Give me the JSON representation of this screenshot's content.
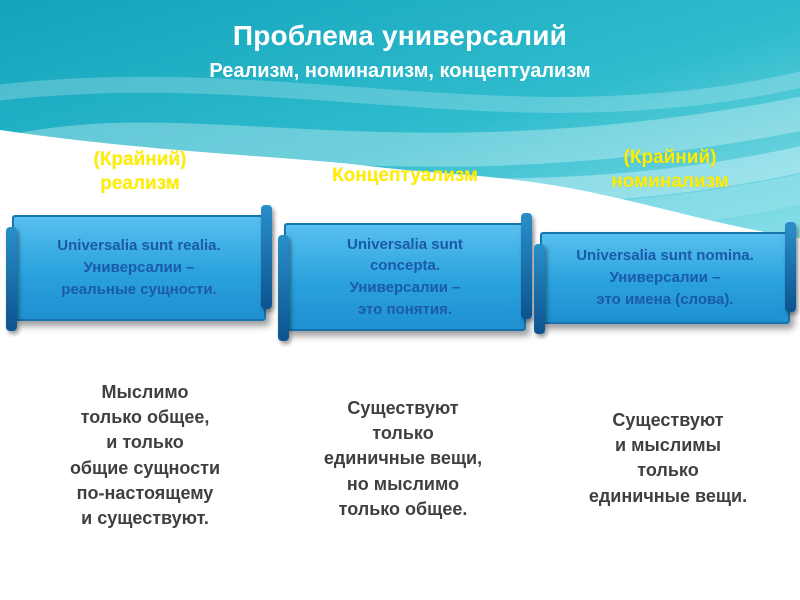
{
  "colors": {
    "header_teal": "#1aa9c0",
    "header_teal_light": "#8adfe9",
    "label_yellow": "#ffee00",
    "scroll_fill": "#2aa2dd",
    "scroll_roll": "#0c538f",
    "scroll_text": "#1b5aa8",
    "body_text": "#3f3f3f",
    "title_color": "#ffffff"
  },
  "header": {
    "title": "Проблема универсалий",
    "subtitle": "Реализм, номинализм, концептуализм"
  },
  "columns": [
    {
      "id": "realism",
      "label": "(Крайний)\nреализм",
      "scroll_text": "Universalia sunt realia.\nУниверсалии –\nреальные сущности.",
      "body_text": "Мыслимо\nтолько общее,\nи только\nобщие сущности\nпо-настоящему\nи существуют."
    },
    {
      "id": "conceptualism",
      "label": "Концептуализм",
      "scroll_text": "Universalia sunt\nconcepta.\nУниверсалии –\nэто понятия.",
      "body_text": "Существуют\nтолько\nединичные вещи,\nно мыслимо\nтолько общее."
    },
    {
      "id": "nominalism",
      "label": "(Крайний)\nноминализм",
      "scroll_text": "Universalia sunt nomina.\nУниверсалии –\nэто имена (слова).",
      "body_text": "Существуют\nи мыслимы\nтолько\nединичные вещи."
    }
  ]
}
